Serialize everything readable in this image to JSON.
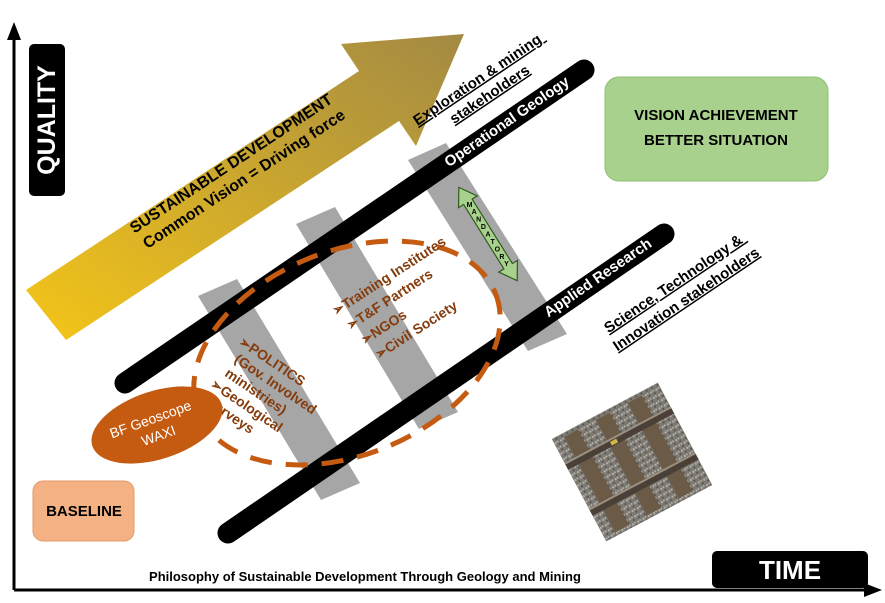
{
  "axes": {
    "y_label": "QUALITY",
    "x_label": "TIME"
  },
  "arrow": {
    "line1": "SUSTAINABLE DEVELOPMENT",
    "line2": "Common Vision = Driving force"
  },
  "rails": {
    "upper": "Operational Geology",
    "lower": "Applied Research"
  },
  "stakeholders": {
    "exploration_line1": "Exploration & mining",
    "exploration_line2": "stakeholders",
    "science_line1": "Science, Technology &",
    "science_line2": "Innovation stakeholders"
  },
  "mandatory": "MANDATORY",
  "left_list": {
    "line1": "POLITICS",
    "line2": "(Gov. Involved",
    "line3": "ministries)",
    "line4": "Geological",
    "line5": "Surveys"
  },
  "right_list": {
    "line1": "Training  Institutes",
    "line2": "T&F Partners",
    "line3": "NGOs",
    "line4": "Civil Society"
  },
  "geoscope": {
    "line1": "BF Geoscope",
    "line2": "WAXI"
  },
  "vision": {
    "line1": "VISION ACHIEVEMENT",
    "line2": "BETTER SITUATION"
  },
  "baseline": "BASELINE",
  "caption": "Philosophy of Sustainable Development Through Geology and Mining",
  "colors": {
    "arrow_start": "#f5c518",
    "arrow_end": "#9a8340",
    "rail": "#000000",
    "sleeper": "#a6a6a6",
    "ellipse": "#c55a11",
    "bullet_text": "#843c0c",
    "vision_fill": "#a9d18e",
    "baseline_fill": "#f4b183",
    "mandatory_fill": "#a9d18e"
  }
}
